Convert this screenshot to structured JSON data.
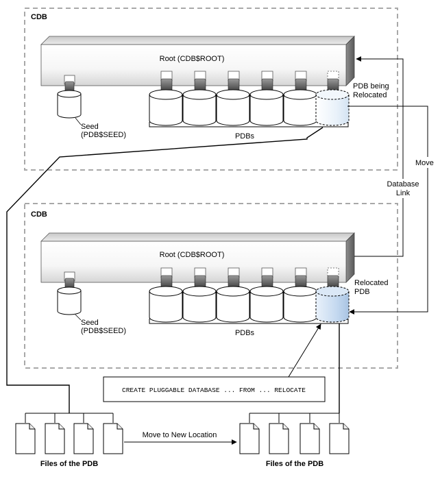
{
  "top_cdb": {
    "title": "CDB",
    "root_label": "Root (CDB$ROOT)",
    "seed_label_line1": "Seed",
    "seed_label_line2": "(PDB$SEED)",
    "pdbs_label": "PDBs",
    "relocating_label_line1": "PDB being",
    "relocating_label_line2": "Relocated"
  },
  "bottom_cdb": {
    "title": "CDB",
    "root_label": "Root (CDB$ROOT)",
    "seed_label_line1": "Seed",
    "seed_label_line2": "(PDB$SEED)",
    "pdbs_label": "PDBs",
    "relocated_label_line1": "Relocated",
    "relocated_label_line2": "PDB"
  },
  "connectors": {
    "move_label": "Move",
    "db_link_line1": "Database",
    "db_link_line2": "Link"
  },
  "sql_statement": "CREATE PLUGGABLE DATABASE ... FROM ... RELOCATE",
  "files": {
    "left_label": "Files of the PDB",
    "right_label": "Files of the PDB",
    "move_label": "Move to New Location"
  },
  "colors": {
    "dashed_border": "#a8a8a8",
    "relocated_fill": "#c6daf0",
    "relocating_fill": "#e4eef8"
  }
}
